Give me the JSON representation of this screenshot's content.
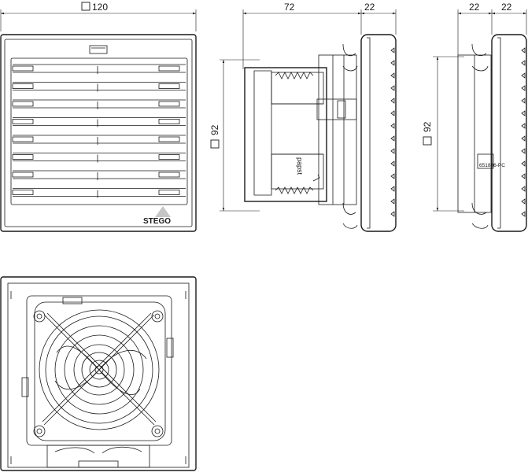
{
  "dimensions": {
    "front_width": "120",
    "side_depth": "72",
    "grille_depth_a": "22",
    "grille_depth_b": "22",
    "grille_depth_c": "22",
    "side_height": "92",
    "edge_height": "92"
  },
  "brand": {
    "logo_text": "STEGO"
  },
  "labels": {
    "fan_label": "papst",
    "part_label": "651886-PC"
  }
}
